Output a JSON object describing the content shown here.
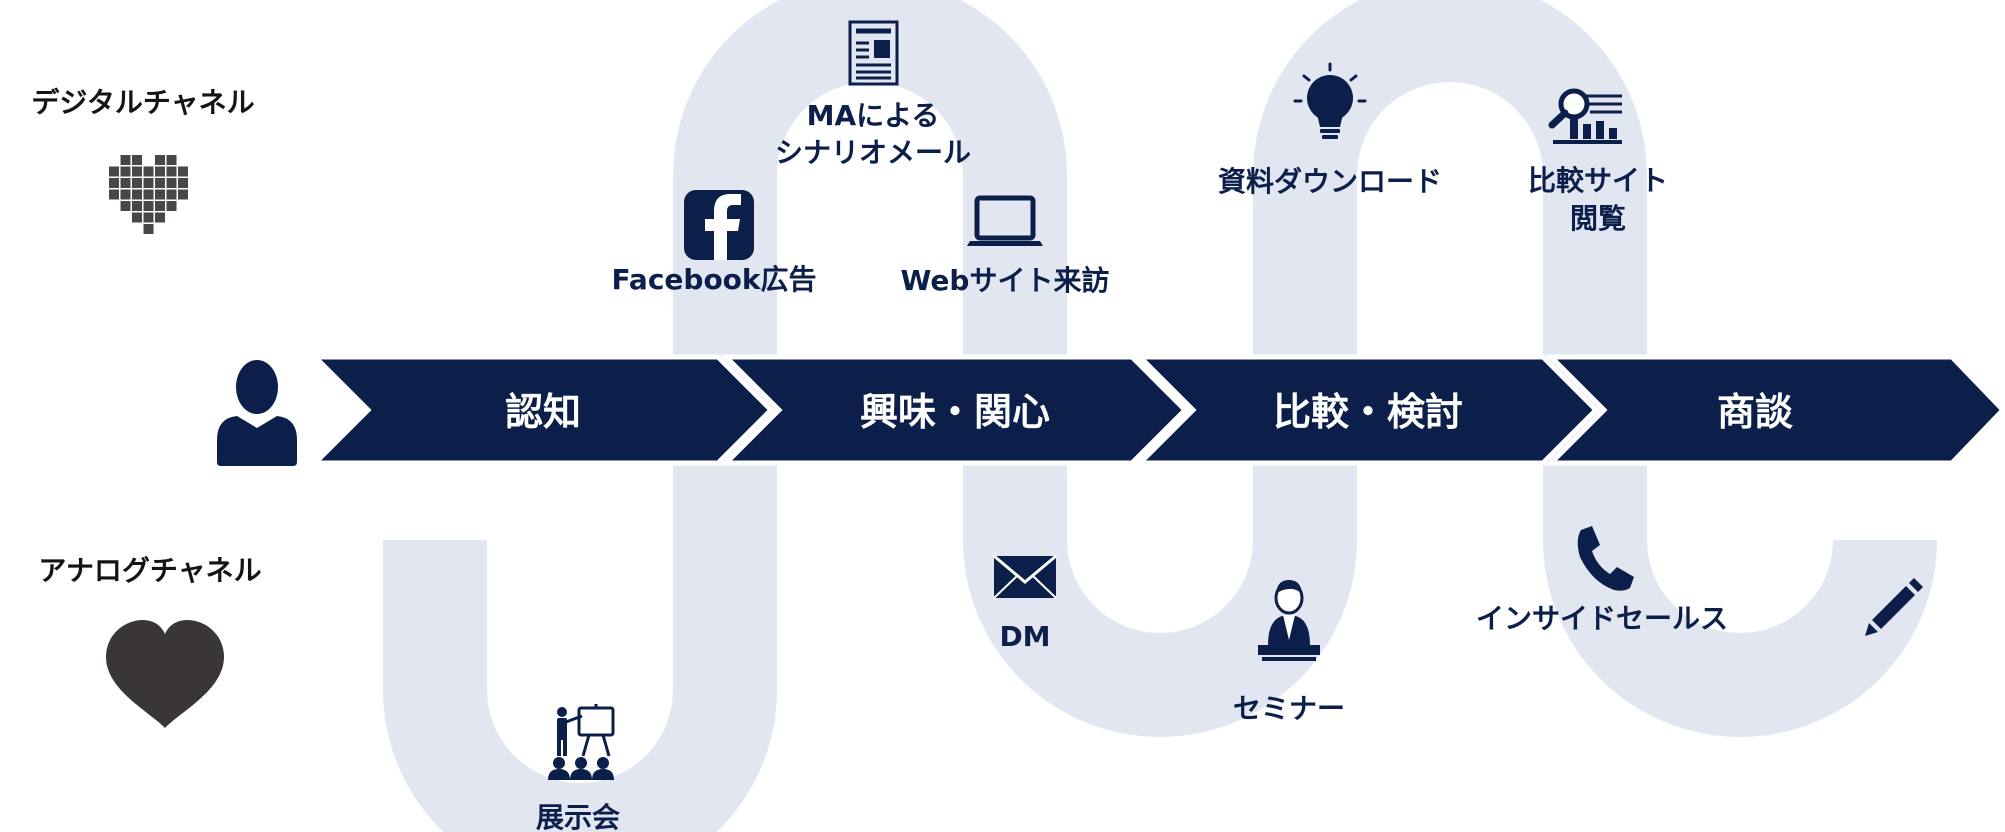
{
  "colors": {
    "navy": "#0b1f4a",
    "path": "#e2e6f1",
    "dark_heart": "#3a3636",
    "pixel_heart": "#4a4646",
    "white": "#ffffff"
  },
  "channels": {
    "digital": "デジタルチャネル",
    "analog": "アナログチャネル"
  },
  "stages": [
    "認知",
    "興味・関心",
    "比較・検討",
    "商談"
  ],
  "touchpoints": {
    "facebook": "Facebook広告",
    "ma_line1": "MAによる",
    "ma_line2": "シナリオメール",
    "web": "Webサイト来訪",
    "download": "資料ダウンロード",
    "compare_line1": "比較サイト",
    "compare_line2": "閲覧",
    "exhibition": "展示会",
    "dm": "DM",
    "seminar": "セミナー",
    "inside_sales": "インサイドセールス"
  },
  "icons": [
    "pixel-heart-icon",
    "heart-icon",
    "person-icon",
    "facebook-icon",
    "newsletter-icon",
    "laptop-icon",
    "lightbulb-icon",
    "search-chart-icon",
    "presentation-icon",
    "envelope-icon",
    "speaker-icon",
    "phone-icon",
    "pencil-icon"
  ]
}
